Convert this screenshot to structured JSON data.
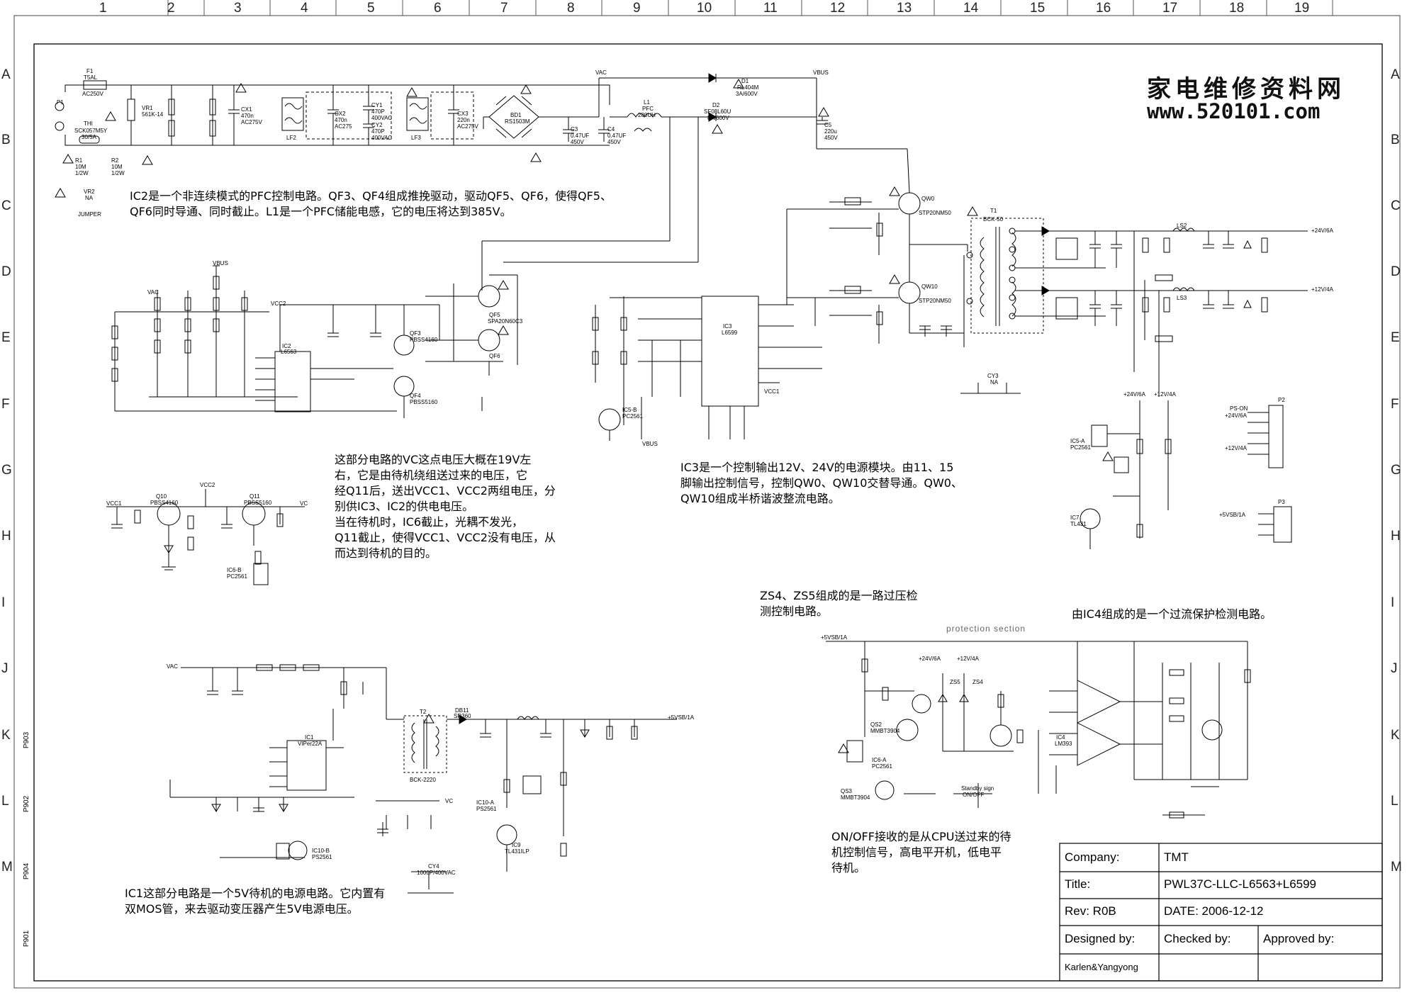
{
  "watermark": {
    "title": "家电维修资料网",
    "url": "www.520101.com"
  },
  "grid": {
    "columns": [
      "1",
      "2",
      "3",
      "4",
      "5",
      "6",
      "7",
      "8",
      "9",
      "10",
      "11",
      "12",
      "13",
      "14",
      "15",
      "16",
      "17",
      "18",
      "19"
    ],
    "rows": [
      "A",
      "B",
      "C",
      "D",
      "E",
      "F",
      "G",
      "H",
      "I",
      "J",
      "K",
      "L",
      "M"
    ],
    "side_labels": [
      "P903",
      "P902",
      "P904",
      "P901"
    ]
  },
  "notes": {
    "pfc": "IC2是一个非连续模式的PFC控制电路。QF3、QF4组成推挽驱动，驱动QF5、QF6，使得QF5、\nQF6同时导通、同时截止。L1是一个PFC储能电感，它的电压将达到385V。",
    "standby_vc": "这部分电路的VC这点电压大概在19V左\n右，它是由待机绕组送过来的电压，它\n经Q11后，送出VCC1、VCC2两组电压，分\n别供IC3、IC2的供电电压。\n当在待机时，IC6截止，光耦不发光，\nQ11截止，使得VCC1、VCC2没有电压，从\n而达到待机的目的。",
    "ic3": "IC3是一个控制输出12V、24V的电源模块。由11、15\n脚输出控制信号，控制QW0、QW10交替导通。QW0、\nQW10组成半桥谐波整流电路。",
    "zs": "ZS4、ZS5组成的是一路过压检\n测控制电路。",
    "ic4": "由IC4组成的是一个过流保护检测电路。",
    "onoff": "ON/OFF接收的是从CPU送过来的待\n机控制信号，高电平开机，低电平\n待机。",
    "ic1": "IC1这部分电路是一个5V待机的电源电路。它内置有\n双MOS管，来去驱动变压器产生5V电源电压。"
  },
  "protection_label": "protection  section",
  "title_block": {
    "company_label": "Company:",
    "company_value": "TMT",
    "title_label": "Title:",
    "title_value": "PWL37C-LLC-L6563+L6599",
    "rev_label": "Rev:  R0B",
    "date_label": "DATE:  2006-12-12",
    "designed_label": "Designed by:",
    "checked_label": "Checked by:",
    "approved_label": "Approved by:",
    "designer": "Karlen&Yangyong"
  },
  "labels": {
    "f1": "F1",
    "f1v": "T5AL",
    "f1r": "AC250V",
    "p1": "P1",
    "thi": "THI",
    "thiv": "SCK057M5Y",
    "thir": "30/5A",
    "vr1": "VR1",
    "vr1v": "561K-14",
    "vr2": "VR2",
    "vr2v": "NA",
    "jumper": "JUMPER",
    "r1": "R1",
    "r1v": "10M",
    "r1w": "1/2W",
    "r2": "R2",
    "r2v": "10M",
    "r2w": "1/2W",
    "cx1": "CX1",
    "cx1v": "470n",
    "cx1r": "AC275V",
    "lf2": "LF2",
    "lf3": "LF3",
    "cx2": "CX2",
    "cx2v": "470n",
    "cx2r": "AC275",
    "cy1": "CY1",
    "cy1v": "470P",
    "cy1r": "400VAC",
    "cy2": "CY2",
    "cy2v": "470P",
    "cy2r": "400VAC",
    "cx3": "CX3",
    "cx3v": "220n",
    "cx3r": "AC275V",
    "bd1": "BD1",
    "bd1v": "RS1503M",
    "vac": "VAC",
    "vbus": "VBUS",
    "c3": "C3",
    "c3v": "0.47UF",
    "c3r": "450V",
    "c4": "C4",
    "c4v": "0.47UF",
    "c4r": "450V",
    "l1": "L1",
    "l1v": "PFC",
    "l1r": "280UH",
    "d1": "D1",
    "d1v": "RL404M",
    "d1r": "3A/600V",
    "d2": "D2",
    "d2v": "SF08L60U",
    "d2r": "8A/600V",
    "c5": "C5",
    "c5v": "220u",
    "c5r": "450V",
    "t1": "T1",
    "t1v": "BCK-50",
    "ls2": "LS2",
    "ls3": "LS3",
    "out24": "+24V/6A",
    "out12": "+12V/4A",
    "ic2": "IC2",
    "ic2v": "L6563",
    "ic3": "IC3",
    "ic3v": "L6599",
    "qf3": "QF3",
    "qf3v": "PBSS4160",
    "qf4": "QF4",
    "qf4v": "PBSS5160",
    "qf5": "QF5",
    "qf6": "QF6",
    "qf5v": "SPA20N60C3",
    "qw0": "QW0",
    "qw10": "QW10",
    "qwv": "STP20NM50",
    "vcc1": "VCC1",
    "vcc2": "VCC2",
    "vc": "VC",
    "q10": "Q10",
    "q10v": "PBSS4160",
    "q11": "Q11",
    "q11v": "PBSS5160",
    "ic6b": "IC6-B",
    "ic6bv": "PC2561",
    "ic5b": "IC5-B",
    "ic5bv": "PC2561",
    "ic5a": "IC5-A",
    "ic5av": "PC2561",
    "ic7": "IC7",
    "ic7v": "TL431",
    "pson": "PS-ON",
    "p24": "+24V/6A",
    "p12": "+12V/4A",
    "p5": "+5VSB/1A",
    "p2": "P2",
    "p3": "P3",
    "ic1": "IC1",
    "ic1v": "VIPer22A",
    "t2": "T2",
    "t2v": "BCK-2220",
    "db11": "DB11",
    "db11v": "SR360",
    "out5": "+5VSB/1A",
    "ic10a": "IC10-A",
    "ic10av": "PS2561",
    "ic10b": "IC10-B",
    "ic10bv": "PS2561",
    "ic9": "IC9",
    "ic9v": "TL431ILP",
    "cy4": "CY4",
    "cy4v": "1000P/400VAC",
    "p5vsb": "+5VSB/1A",
    "qs2": "QS2",
    "qs2v": "MMBT3904",
    "qs3": "QS3",
    "qs3v": "MMBT3904",
    "ic6a": "IC6-A",
    "ic6av": "PC2561",
    "zs4": "ZS4",
    "zs5": "ZS5",
    "ic4": "IC4",
    "ic4v": "LM393",
    "onoff": "ON/OFF",
    "stby": "Standby sign",
    "cy3": "CY3",
    "cy3v": "NA"
  }
}
